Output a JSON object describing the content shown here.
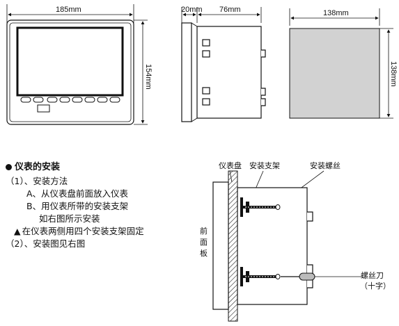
{
  "dimensions": {
    "front_width": "185mm",
    "front_height": "154mm",
    "side_front_depth": "20mm",
    "side_body_depth": "76mm",
    "cutout_width": "138mm",
    "cutout_height": "138mm"
  },
  "install": {
    "heading": "仪表的安装",
    "step1": "（1）、安装方法",
    "step1_a": "A、从仪表盘前面放入仪表",
    "step1_b": "B、用仪表所带的安装支架",
    "step1_b2": "如右图所示安装",
    "note": "在仪表两侧用四个安装支架固定",
    "note_symbol": "▲",
    "step2": "（2）、安装图见右图"
  },
  "diagram_labels": {
    "panel": "仪表盘",
    "bracket": "安装支架",
    "screw": "安装螺丝",
    "front_panel_chars": [
      "前",
      "面",
      "板"
    ],
    "screwdriver": "螺丝刀",
    "screwdriver_type": "（十字）"
  }
}
